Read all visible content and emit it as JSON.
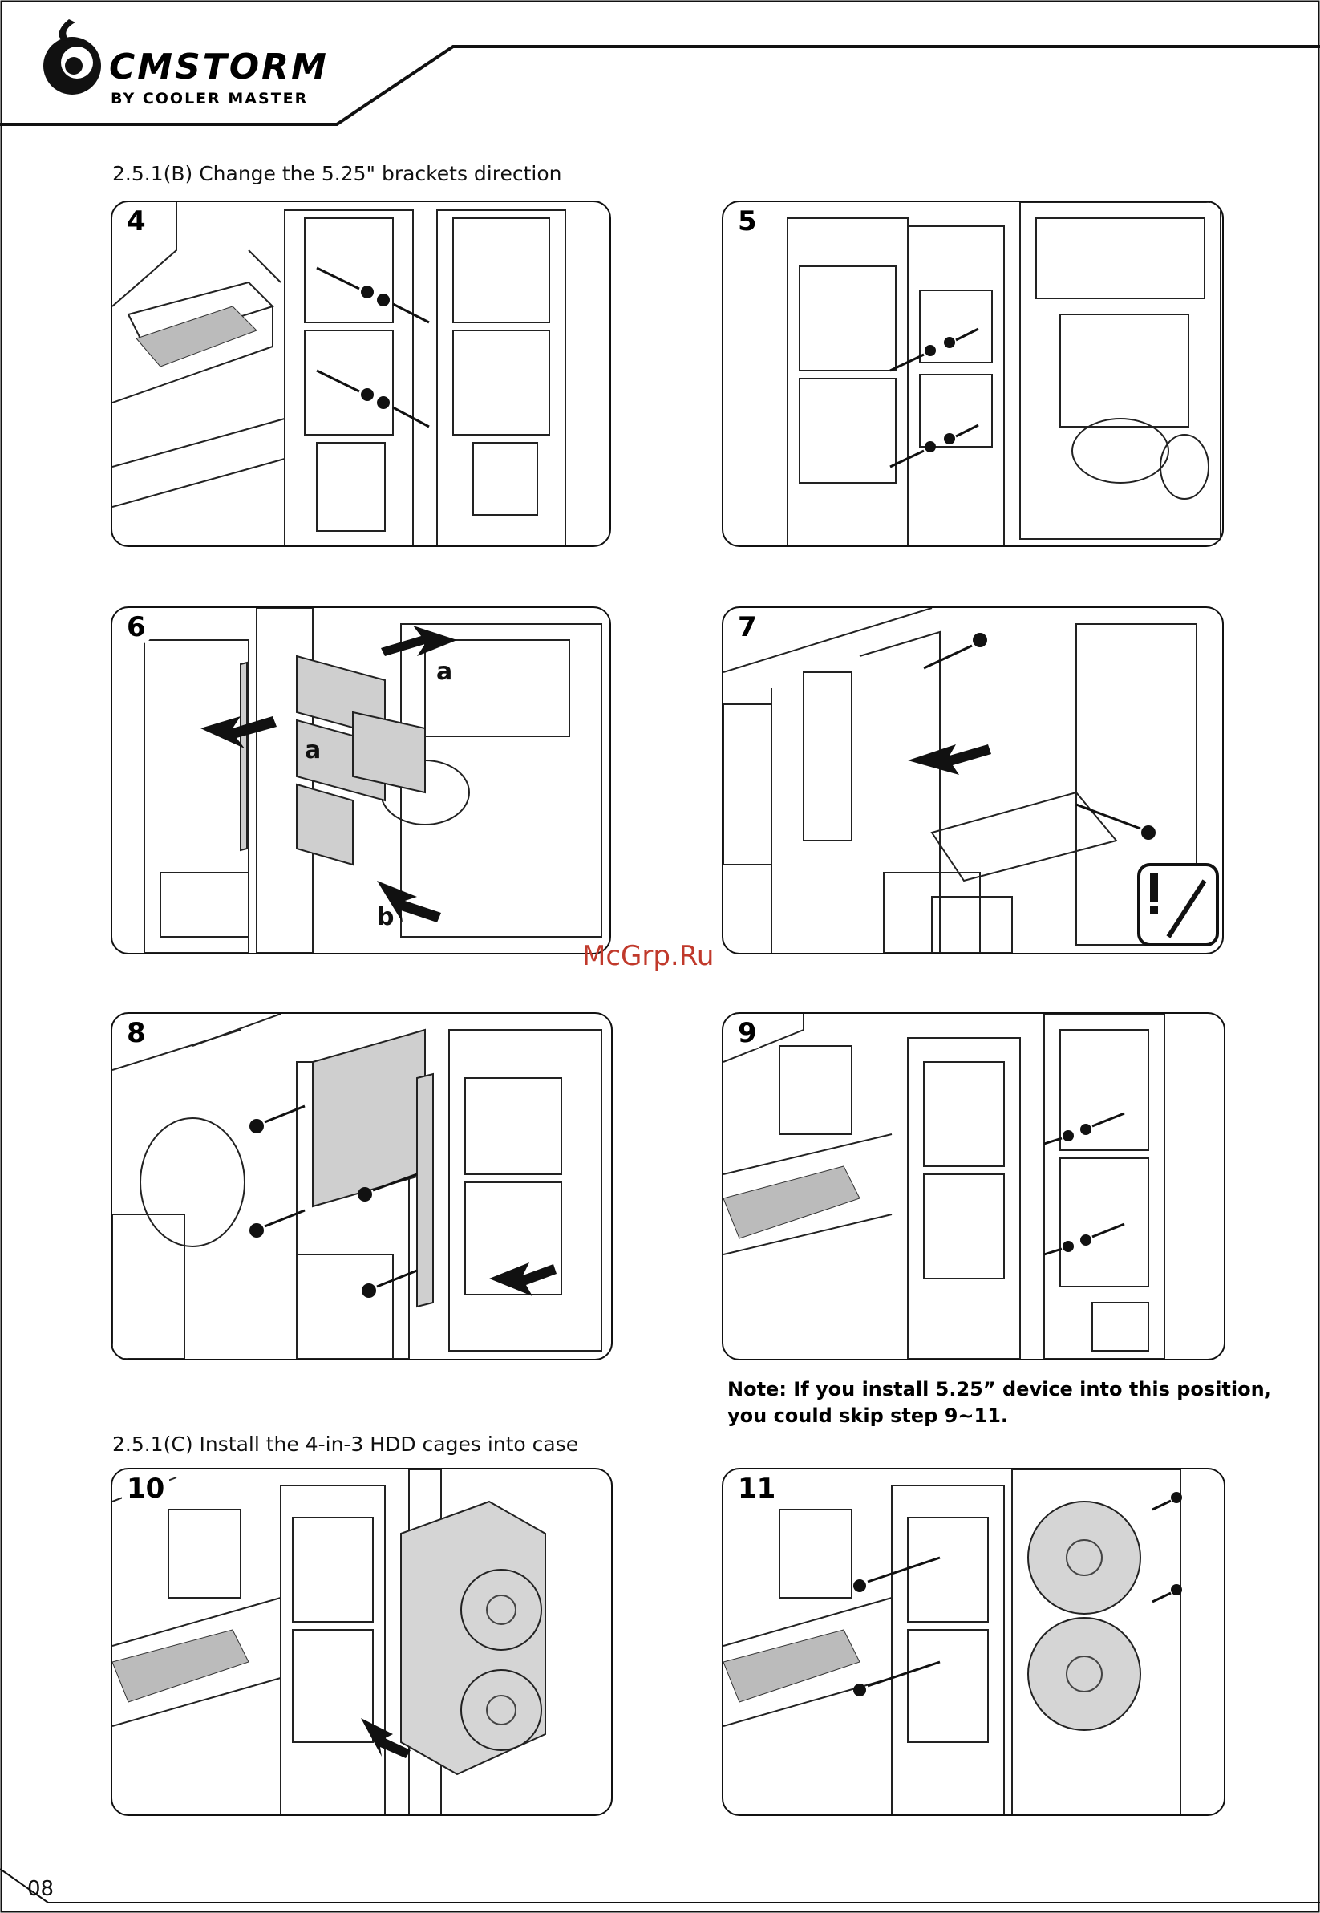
{
  "header": {
    "brand": "CMSTORM",
    "brand_sub": "BY COOLER MASTER",
    "logo_icon": "storm-swirl-icon"
  },
  "sections": {
    "b_title": "2.5.1(B) Change the 5.25\"  brackets direction",
    "c_title": "2.5.1(C) Install the 4-in-3 HDD cages into case"
  },
  "steps": [
    {
      "number": "4",
      "callouts": []
    },
    {
      "number": "5",
      "callouts": []
    },
    {
      "number": "6",
      "callouts": [
        "a",
        "a",
        "b"
      ]
    },
    {
      "number": "7",
      "callouts": []
    },
    {
      "number": "8",
      "callouts": []
    },
    {
      "number": "9",
      "callouts": []
    },
    {
      "number": "10",
      "callouts": []
    },
    {
      "number": "11",
      "callouts": []
    }
  ],
  "note": {
    "line1": "Note: If you install 5.25” device into this position,",
    "line2": "you could skip step 9~11."
  },
  "watermark": "McGrp.Ru",
  "footer": {
    "page_number": "08"
  },
  "colors": {
    "ink": "#111111",
    "watermark": "#c0392b",
    "part_fill": "#cfcfcf"
  }
}
